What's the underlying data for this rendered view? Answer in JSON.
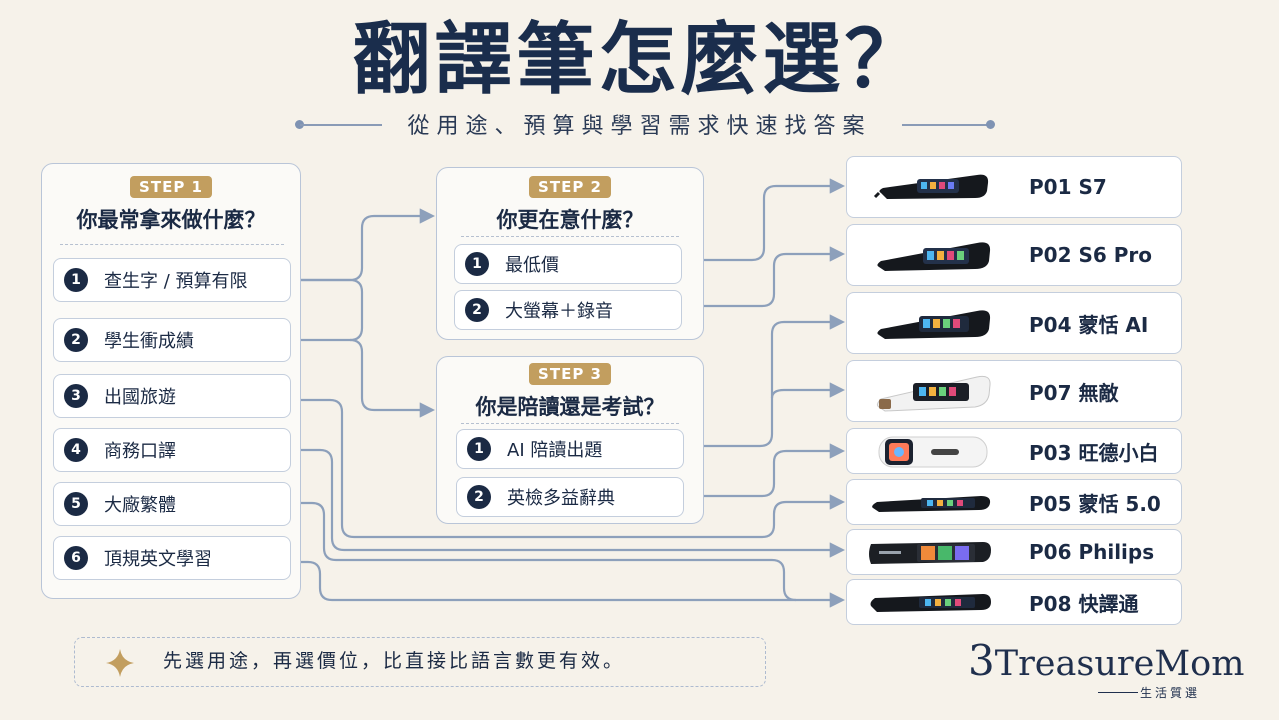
{
  "title": "翻譯筆怎麼選？",
  "subtitle": "從用途、預算與學習需求快速找答案",
  "step1": {
    "badge": "STEP 1",
    "question": "你最常拿來做什麼？",
    "options": [
      {
        "num": "1",
        "label": "查生字 / 預算有限"
      },
      {
        "num": "2",
        "label": "學生衝成績"
      },
      {
        "num": "3",
        "label": "出國旅遊"
      },
      {
        "num": "4",
        "label": "商務口譯"
      },
      {
        "num": "5",
        "label": "大廠繁體"
      },
      {
        "num": "6",
        "label": "頂規英文學習"
      }
    ]
  },
  "step2": {
    "badge": "STEP 2",
    "question": "你更在意什麼？",
    "options": [
      {
        "num": "1",
        "label": "最低價"
      },
      {
        "num": "2",
        "label": "大螢幕＋錄音"
      }
    ]
  },
  "step3": {
    "badge": "STEP 3",
    "question": "你是陪讀還是考試？",
    "options": [
      {
        "num": "1",
        "label": "AI 陪讀出題"
      },
      {
        "num": "2",
        "label": "英檢多益辭典"
      }
    ]
  },
  "products": [
    {
      "label": "P01 S7",
      "pen": "black"
    },
    {
      "label": "P02 S6 Pro",
      "pen": "black"
    },
    {
      "label": "P04 蒙恬 AI",
      "pen": "black"
    },
    {
      "label": "P07 無敵",
      "pen": "white"
    },
    {
      "label": "P03 旺德小白",
      "pen": "square-white"
    },
    {
      "label": "P05 蒙恬 5.0",
      "pen": "black"
    },
    {
      "label": "P06 Philips",
      "pen": "black-flat"
    },
    {
      "label": "P08 快譯通",
      "pen": "black-flat"
    }
  ],
  "footer": {
    "icon": "sparkle-icon",
    "text": "先選用途，再選價位，比直接比語言數更有效。"
  },
  "logo": {
    "mark": "3",
    "name": "TreasureMom",
    "tagline": "生活質選"
  },
  "colors": {
    "navy": "#1b2a44",
    "gold": "#c29e5f",
    "connector": "#8da0bb",
    "background": "#f6f2ea"
  }
}
